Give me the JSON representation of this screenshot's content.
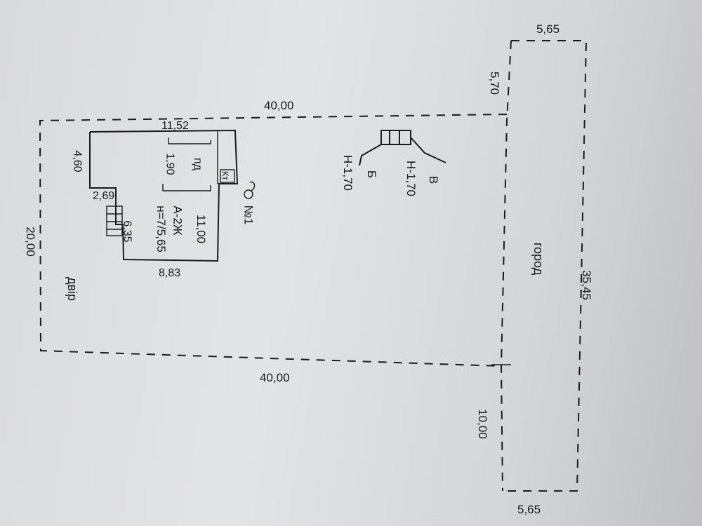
{
  "plan": {
    "dims": {
      "garden_top_width": "5,65",
      "garden_top_offset": "5,70",
      "plot_length_top": "40,00",
      "plot_length_bottom": "40,00",
      "plot_width": "20,00",
      "garden_length": "35,45",
      "garden_side_lower": "10,00",
      "garden_bottom_width": "5,65",
      "building_top": "11,52",
      "building_left": "4,60",
      "building_length": "11,00",
      "building_bottom": "8,83",
      "building_step": "2,69",
      "building_inner": "6,35"
    },
    "labels": {
      "yard": "двір",
      "garden": "город",
      "well_number": "№1",
      "building_mark": "А-2Ж",
      "building_height": "н=7/5,65",
      "room_code": "пд",
      "room_value": "1,90",
      "cellar_code": "Кт",
      "section_v": "В",
      "section_b": "Б",
      "height_v": "Н-1,70",
      "height_b": "Н-1,70"
    },
    "colors": {
      "ink": "#1c1c1c",
      "paper": "#dedfe1"
    }
  }
}
